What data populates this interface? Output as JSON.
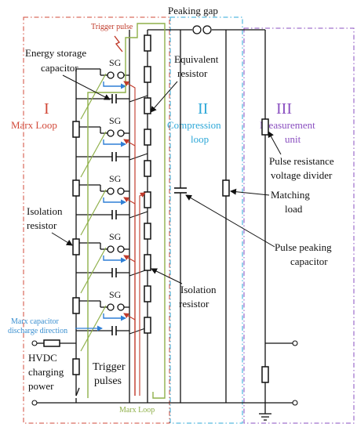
{
  "colors": {
    "ink": "#111111",
    "marx_region": "#d24a3a",
    "compression_region": "#2ea8d8",
    "measurement_region": "#8a4fc0",
    "marx_loop_path": "#8fb04a",
    "discharge_arrow": "#2f7fd6",
    "trigger": "#c03a2a",
    "label_blue": "#3a8fd0"
  },
  "labels": {
    "peaking_gap": "Peaking gap",
    "trigger_pulse": "Trigger pulse",
    "energy_storage_capacitor_l1": "Energy storage",
    "energy_storage_capacitor_l2": "capacitor",
    "equivalent_resistor_l1": "Equivalent",
    "equivalent_resistor_l2": "resistor",
    "spark_gap": "SG",
    "pulse_resistance_divider_l1": "Pulse resistance",
    "pulse_resistance_divider_l2": "voltage divider",
    "matching_load_l1": "Matching",
    "matching_load_l2": "load",
    "isolation_resistor_left_l1": "Isolation",
    "isolation_resistor_left_l2": "resistor",
    "pulse_peaking_capacitor_l1": "Pulse peaking",
    "pulse_peaking_capacitor_l2": "capacitor",
    "isolation_resistor_right_l1": "Isolation",
    "isolation_resistor_right_l2": "resistor",
    "marx_discharge_l1": "Marx capacitor",
    "marx_discharge_l2": "discharge direction",
    "hvdc_l1": "HVDC",
    "hvdc_l2": "charging",
    "hvdc_l3": "power",
    "trigger_pulses_l1": "Trigger",
    "trigger_pulses_l2": "pulses",
    "marx_loop_bottom": "Marx Loop"
  },
  "sections": {
    "marx": {
      "numeral": "I",
      "name": "Marx Loop"
    },
    "compression": {
      "numeral": "II",
      "name_l1": "Compression",
      "name_l2": "loop"
    },
    "measurement": {
      "numeral": "III",
      "name_l1": "Measurement",
      "name_l2": "unit"
    }
  }
}
